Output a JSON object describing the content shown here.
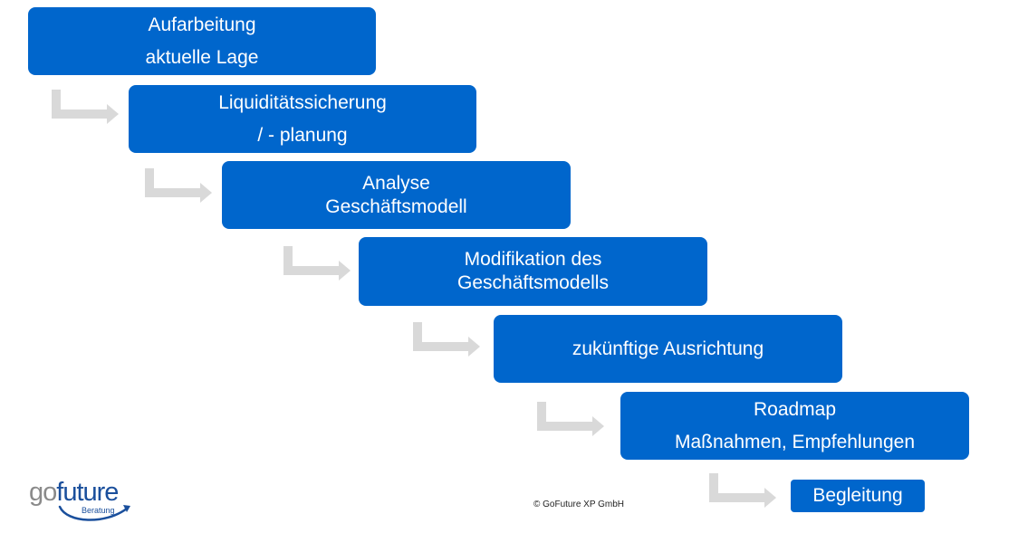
{
  "steps": [
    {
      "lines": [
        "Aufarbeitung",
        "aktuelle Lage"
      ]
    },
    {
      "lines": [
        "Liquiditätssicherung",
        "/ - planung"
      ]
    },
    {
      "lines": [
        "Analyse",
        "Geschäftsmodell"
      ]
    },
    {
      "lines": [
        "Modifikation des",
        "Geschäftsmodells"
      ]
    },
    {
      "lines": [
        "zukünftige Ausrichtung"
      ]
    },
    {
      "lines": [
        "Roadmap",
        "Maßnahmen, Empfehlungen"
      ]
    },
    {
      "lines": [
        "Begleitung"
      ]
    }
  ],
  "logo": {
    "go": "go",
    "future": "future",
    "sub": "Beratung"
  },
  "copyright": "© GoFuture XP GmbH",
  "colors": {
    "box": "#0066cc",
    "arrow": "#d9d9d9",
    "logo_blue": "#1a4f9c",
    "logo_gray": "#8a8a8a"
  },
  "icons": {
    "connector": "elbow-arrow-icon"
  }
}
